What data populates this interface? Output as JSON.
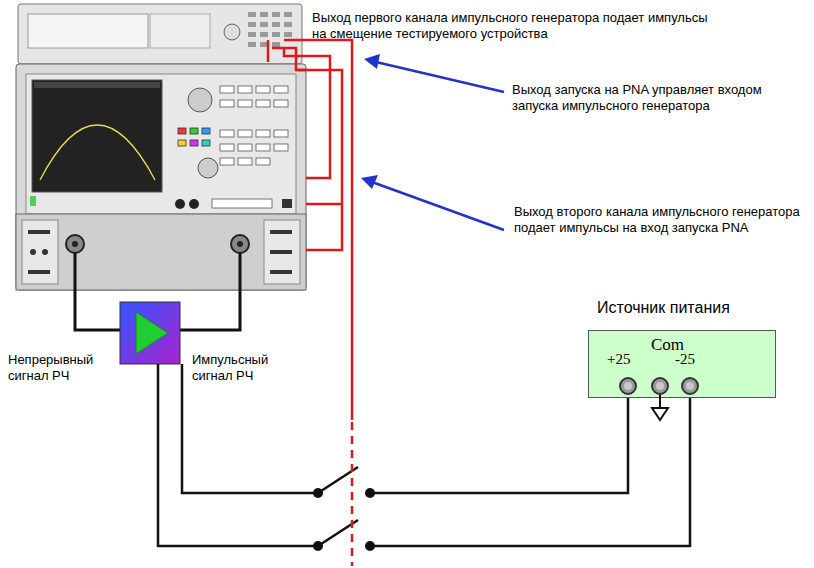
{
  "diagram": {
    "nodes": [
      {
        "text": [
          "Источник питания",
          "Com",
          "+25",
          "-25"
        ]
      }
    ],
    "labels": [
      "Выход первого канала импульсного генератора подает импульсы на смещение тестируемого устройства",
      "Выход запуска на PNA управляет входом запуска импульсного генератора",
      "Выход второго канала импульсного генератора подает импульсы на вход запуска PNA",
      "Непрерывный сигнал РЧ",
      "Импульсный сигнал РЧ"
    ]
  }
}
